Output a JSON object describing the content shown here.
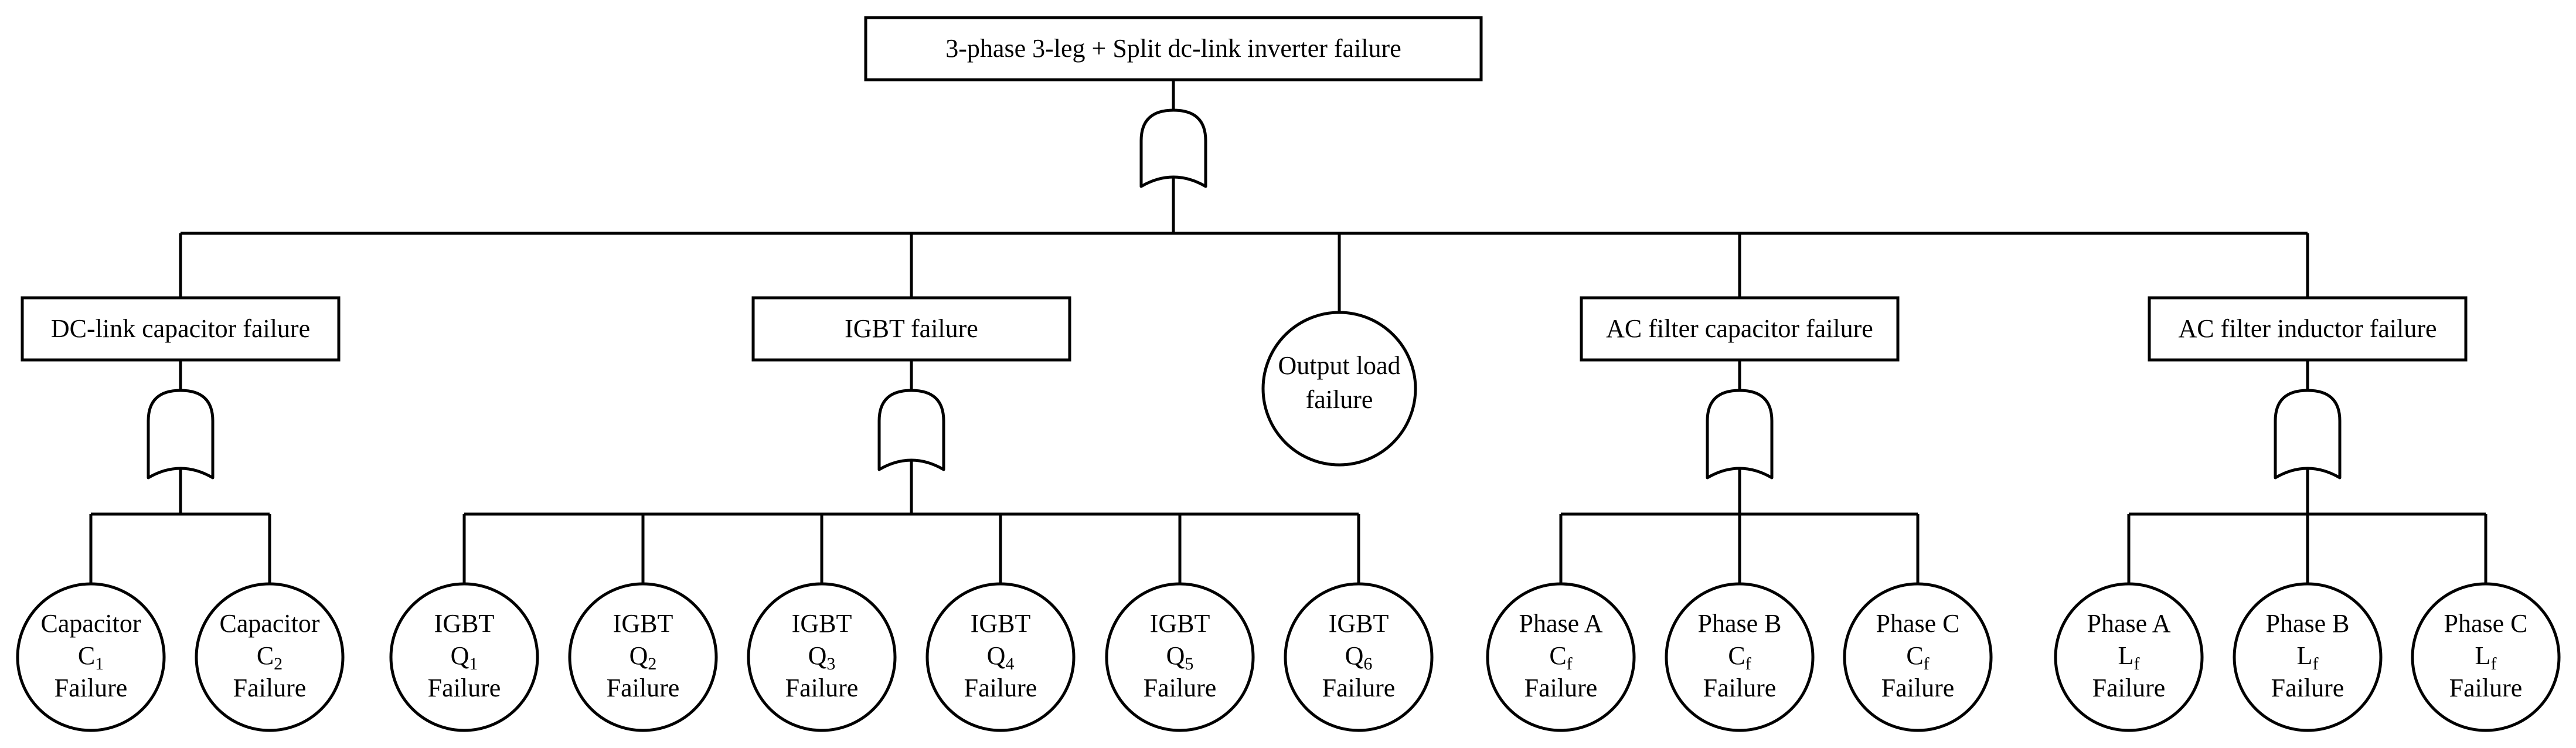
{
  "top_event": {
    "label": "3-phase 3-leg + Split dc-link inverter failure"
  },
  "intermediate": {
    "dc_link": {
      "label": "DC-link capacitor failure"
    },
    "igbt": {
      "label": "IGBT failure"
    },
    "ac_cap": {
      "label": "AC filter capacitor failure"
    },
    "ac_ind": {
      "label": "AC filter inductor failure"
    }
  },
  "output_load": {
    "line1": "Output load",
    "line2": "failure"
  },
  "basic_events": {
    "cap_c1": {
      "line1": "Capacitor",
      "main": "C",
      "sub": "1",
      "line3": "Failure"
    },
    "cap_c2": {
      "line1": "Capacitor",
      "main": "C",
      "sub": "2",
      "line3": "Failure"
    },
    "igbt_q1": {
      "line1": "IGBT",
      "main": "Q",
      "sub": "1",
      "line3": "Failure"
    },
    "igbt_q2": {
      "line1": "IGBT",
      "main": "Q",
      "sub": "2",
      "line3": "Failure"
    },
    "igbt_q3": {
      "line1": "IGBT",
      "main": "Q",
      "sub": "3",
      "line3": "Failure"
    },
    "igbt_q4": {
      "line1": "IGBT",
      "main": "Q",
      "sub": "4",
      "line3": "Failure"
    },
    "igbt_q5": {
      "line1": "IGBT",
      "main": "Q",
      "sub": "5",
      "line3": "Failure"
    },
    "igbt_q6": {
      "line1": "IGBT",
      "main": "Q",
      "sub": "6",
      "line3": "Failure"
    },
    "phase_a_cf": {
      "line1": "Phase A",
      "main": "C",
      "sub": "f",
      "line3": "Failure"
    },
    "phase_b_cf": {
      "line1": "Phase B",
      "main": "C",
      "sub": "f",
      "line3": "Failure"
    },
    "phase_c_cf": {
      "line1": "Phase C",
      "main": "C",
      "sub": "f",
      "line3": "Failure"
    },
    "phase_a_lf": {
      "line1": "Phase A",
      "main": "L",
      "sub": "f",
      "line3": "Failure"
    },
    "phase_b_lf": {
      "line1": "Phase B",
      "main": "L",
      "sub": "f",
      "line3": "Failure"
    },
    "phase_c_lf": {
      "line1": "Phase C",
      "main": "L",
      "sub": "f",
      "line3": "Failure"
    }
  }
}
